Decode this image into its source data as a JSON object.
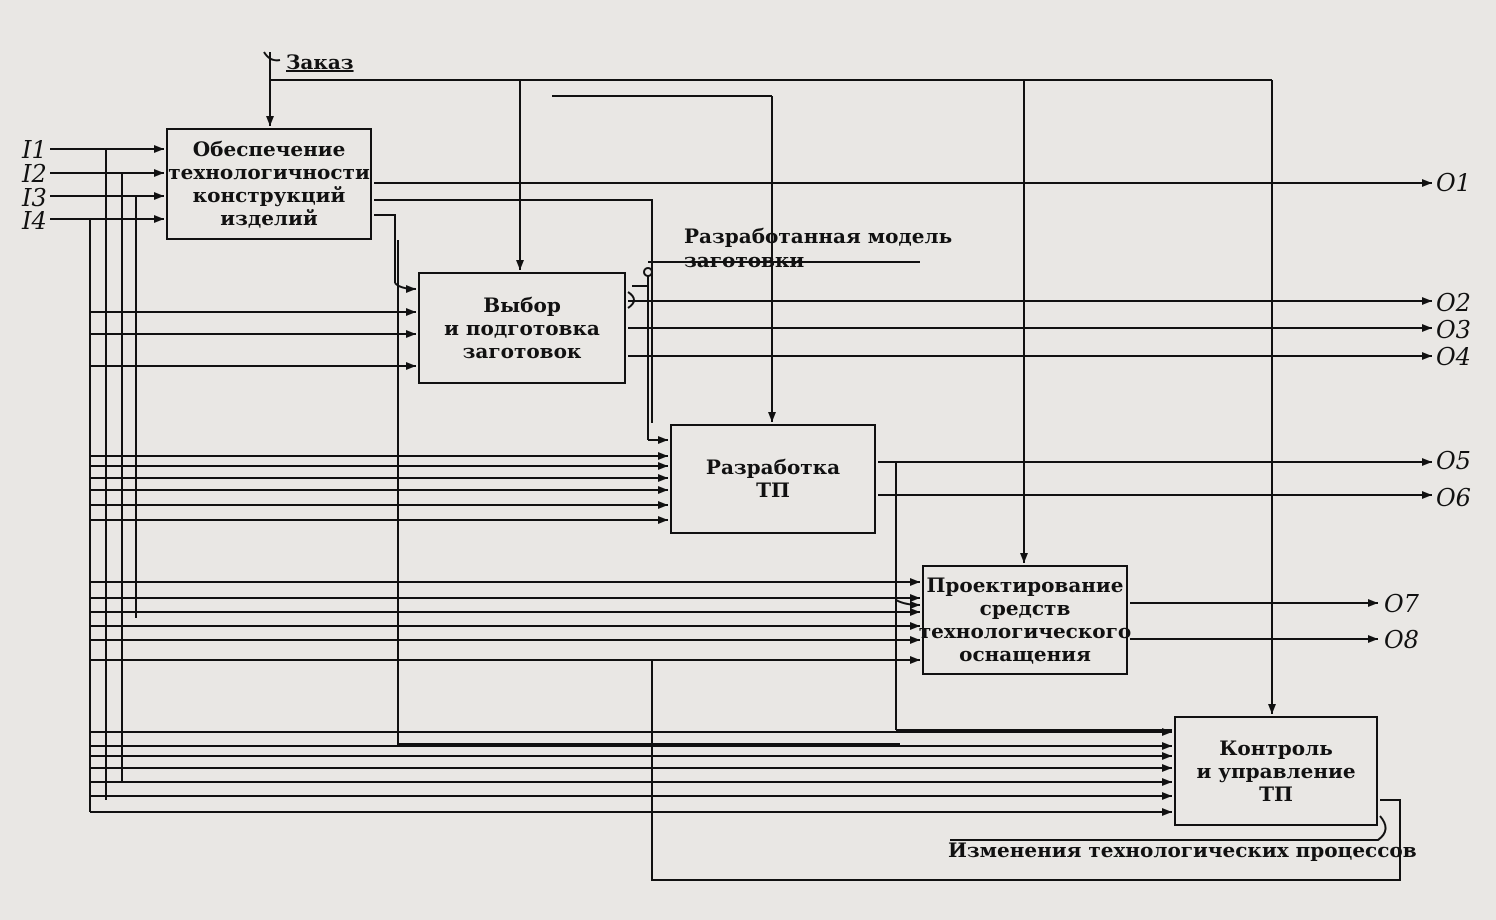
{
  "inputs": [
    "I1",
    "I2",
    "I3",
    "I4"
  ],
  "outputs": [
    "O1",
    "O2",
    "O3",
    "O4",
    "O5",
    "O6",
    "O7",
    "O8"
  ],
  "blocks": [
    {
      "lines": [
        "Обеспечение",
        "технологичности",
        "конструкций",
        "изделий"
      ]
    },
    {
      "lines": [
        "Выбор",
        "и подготовка",
        "заготовок"
      ]
    },
    {
      "lines": [
        "Разработка",
        "ТП"
      ]
    },
    {
      "lines": [
        "Проектирование",
        "средств",
        "технологического",
        "оснащения"
      ]
    },
    {
      "lines": [
        "Контроль",
        "и управление",
        "ТП"
      ]
    }
  ],
  "labels": {
    "order": "Заказ",
    "model_line1": "Разработанная модель",
    "model_line2": "заготовки",
    "changes": "Изменения технологических процессов"
  },
  "colors": {
    "ink": "#111111",
    "paper": "#e9e7e4"
  }
}
